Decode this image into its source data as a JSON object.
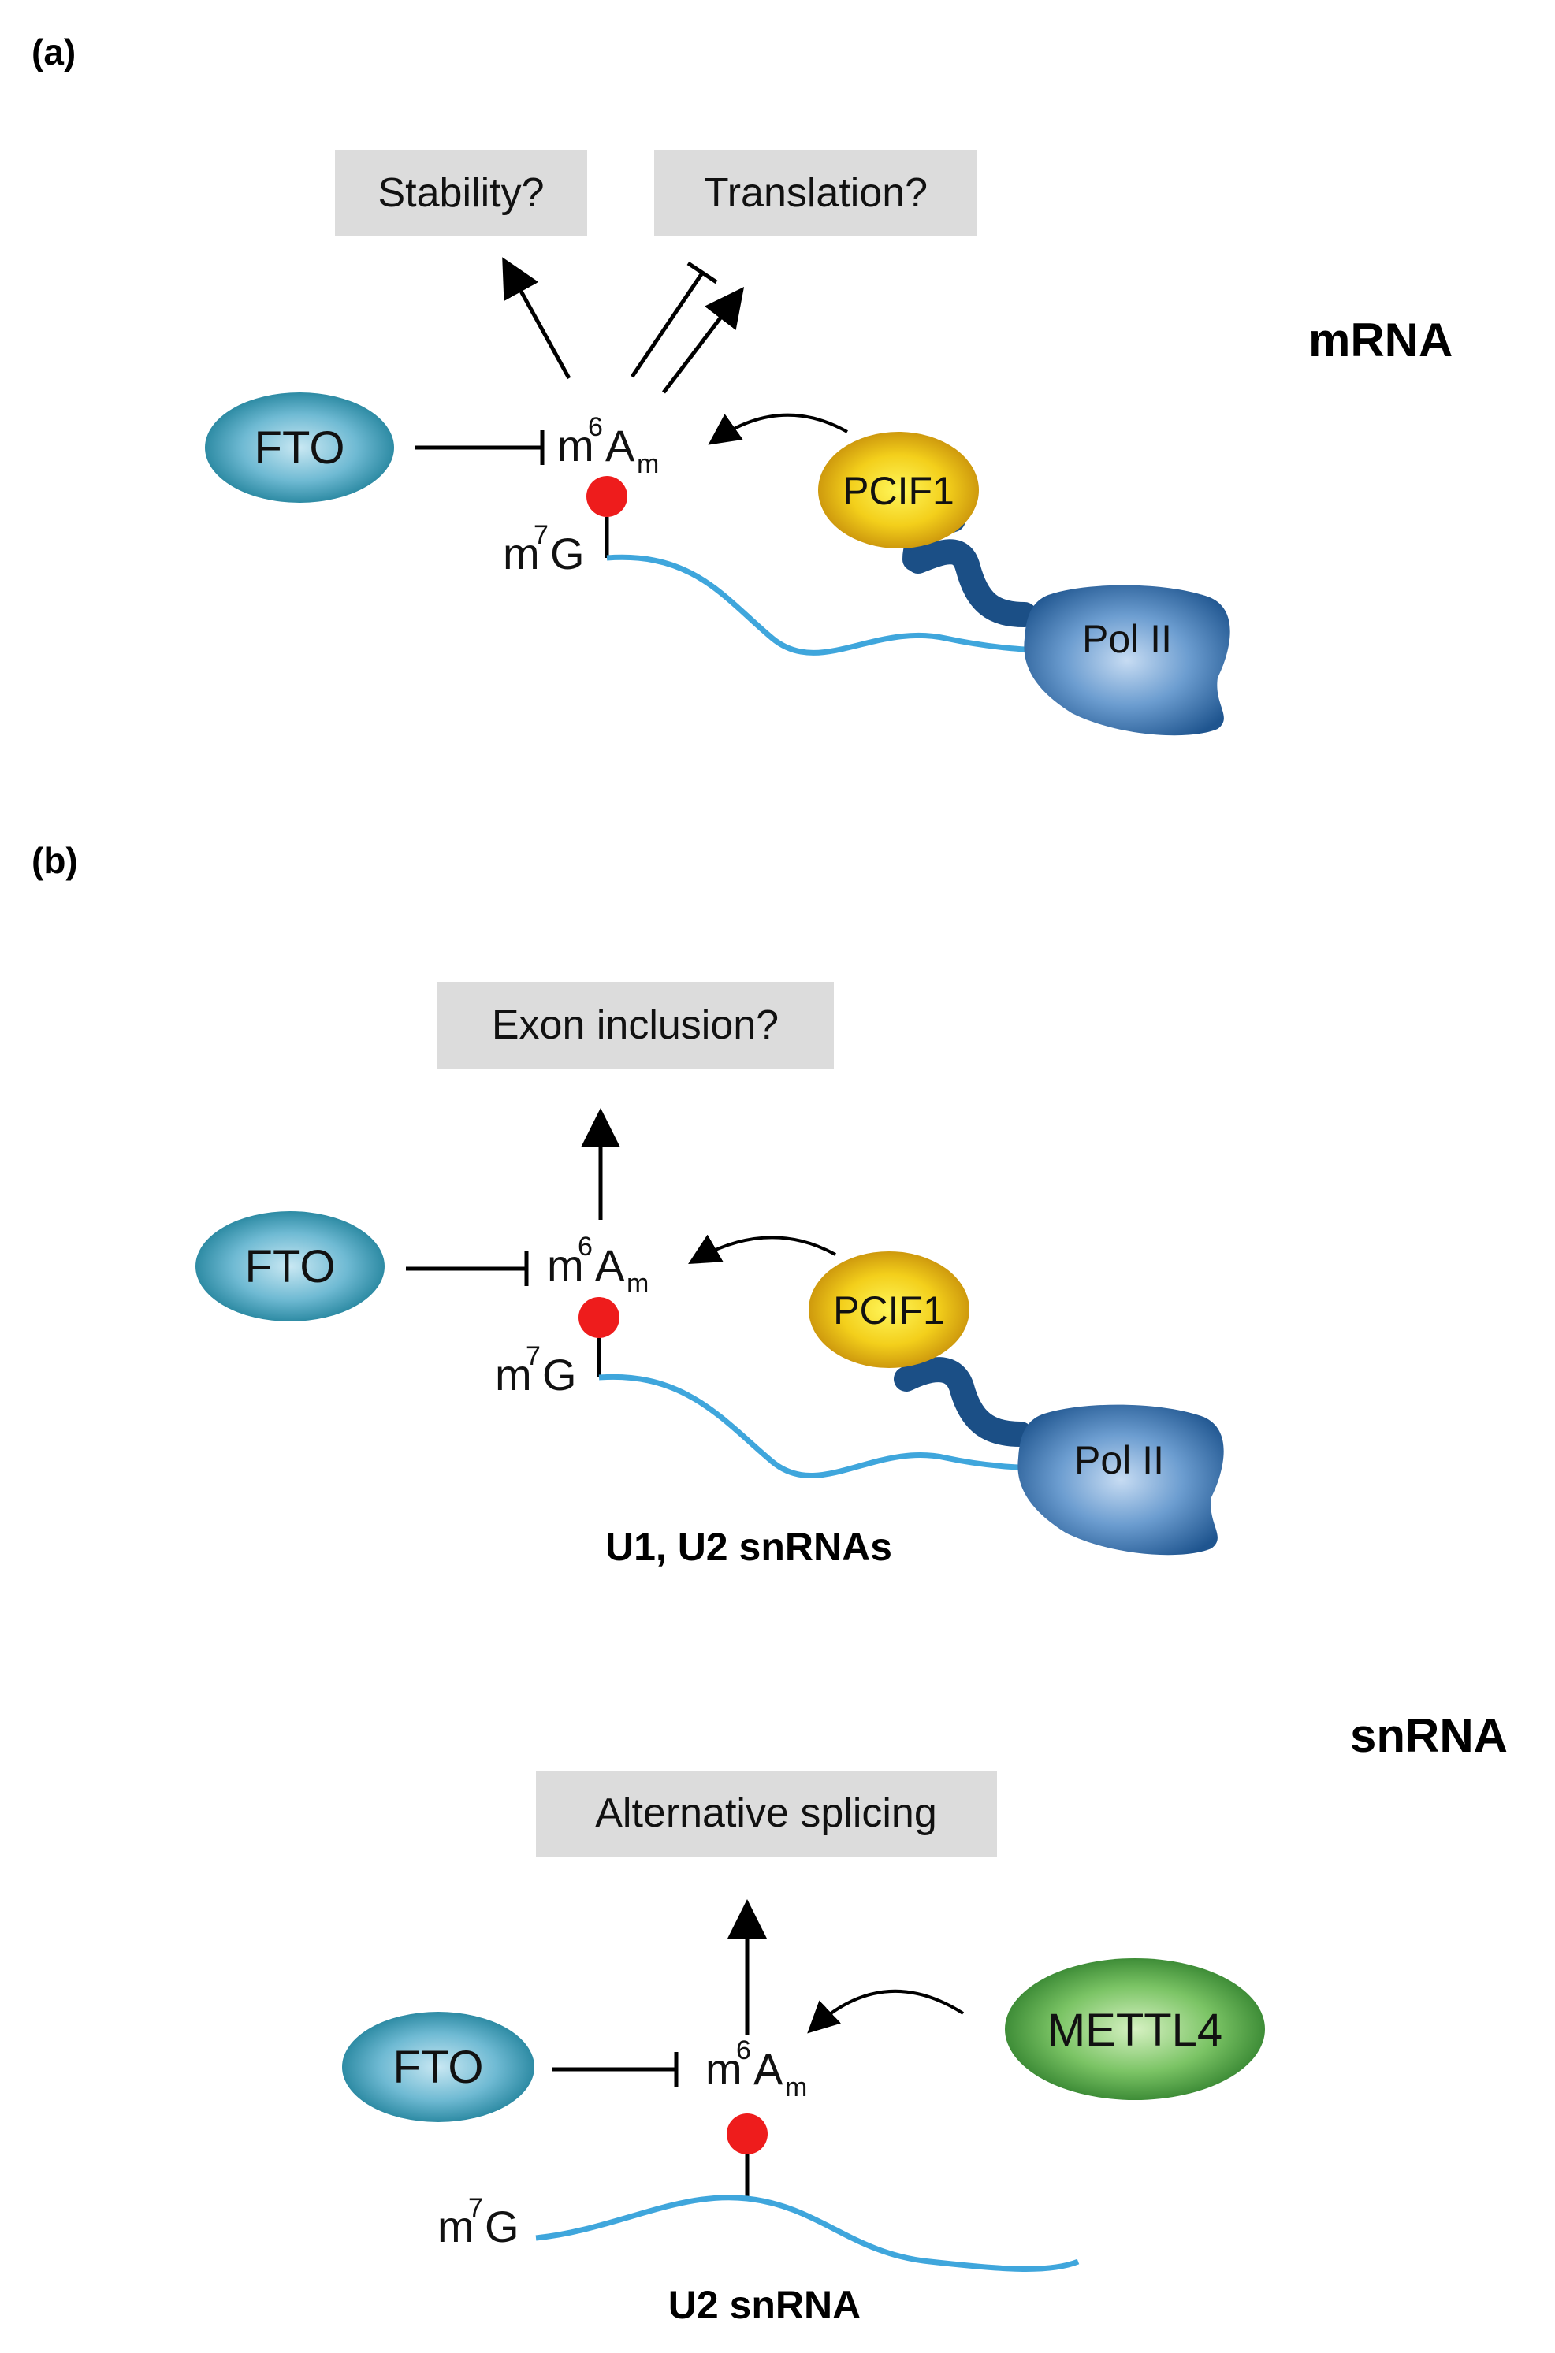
{
  "panels": {
    "a": {
      "label": "(a)",
      "side_label": "mRNA",
      "effects": [
        "Stability?",
        "Translation?"
      ],
      "demethylase": "FTO",
      "writer": "PCIF1",
      "polymerase": "Pol II",
      "mod": {
        "base": "m",
        "sup": "6",
        "main": "A",
        "sub": "m"
      },
      "cap": {
        "base": "m",
        "sup": "7",
        "main": "G"
      }
    },
    "b": {
      "label": "(b)",
      "side_label": "snRNA",
      "top": {
        "effect": "Exon inclusion?",
        "demethylase": "FTO",
        "writer": "PCIF1",
        "polymerase": "Pol II",
        "mod": {
          "base": "m",
          "sup": "6",
          "main": "A",
          "sub": "m"
        },
        "cap": {
          "base": "m",
          "sup": "7",
          "main": "G"
        },
        "caption": "U1, U2 snRNAs"
      },
      "bottom": {
        "effect": "Alternative splicing",
        "demethylase": "FTO",
        "writer": "METTL4",
        "mod": {
          "base": "m",
          "sup": "6",
          "main": "A",
          "sub": "m"
        },
        "cap": {
          "base": "m",
          "sup": "7",
          "main": "G"
        },
        "caption": "U2 snRNA"
      }
    }
  },
  "colors": {
    "fto": "#3f9fb6",
    "pcif1": "#e7b414",
    "polii": "#3a73ad",
    "mettl4": "#49a548",
    "rna": "#3fa6dc",
    "cap_dot": "#ee1c1c",
    "box": "#dcdcdc"
  }
}
